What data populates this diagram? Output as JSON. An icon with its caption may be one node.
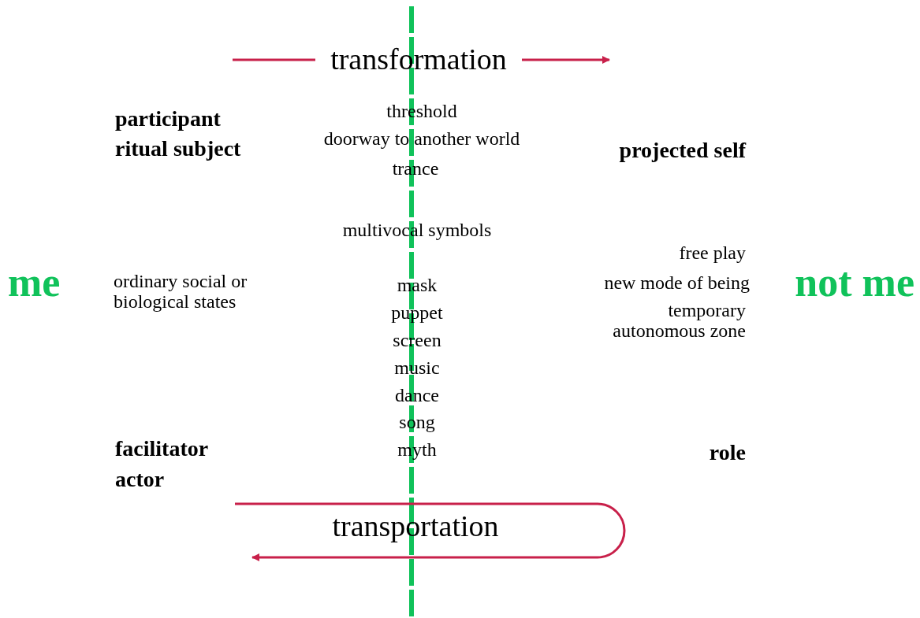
{
  "diagram": {
    "labels": [
      "transformation",
      "participant",
      "threshold",
      "ritual subject",
      "doorway to another world",
      "projected self",
      "trance",
      "multivocal symbols",
      "free play",
      "me",
      "ordinary social or biological states",
      "mask",
      "new mode of being",
      "not me",
      "puppet",
      "temporary autonomous zone",
      "screen",
      "music",
      "dance",
      "song",
      "myth",
      "facilitator",
      "role",
      "actor",
      "transportation"
    ]
  }
}
